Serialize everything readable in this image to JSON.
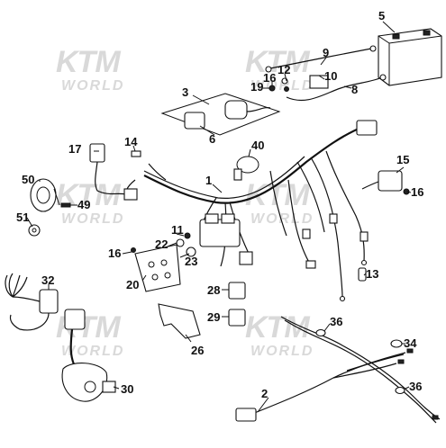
{
  "watermark": {
    "logo_text": "KTM",
    "sub_text": "WORLD"
  },
  "callouts": [
    "2",
    "3",
    "5",
    "6",
    "8",
    "9",
    "10",
    "11",
    "12",
    "13",
    "14",
    "15",
    "16",
    "16",
    "16",
    "17",
    "19",
    "20",
    "22",
    "23",
    "26",
    "28",
    "29",
    "30",
    "32",
    "34",
    "36",
    "36",
    "40",
    "49",
    "50",
    "51",
    "1"
  ]
}
